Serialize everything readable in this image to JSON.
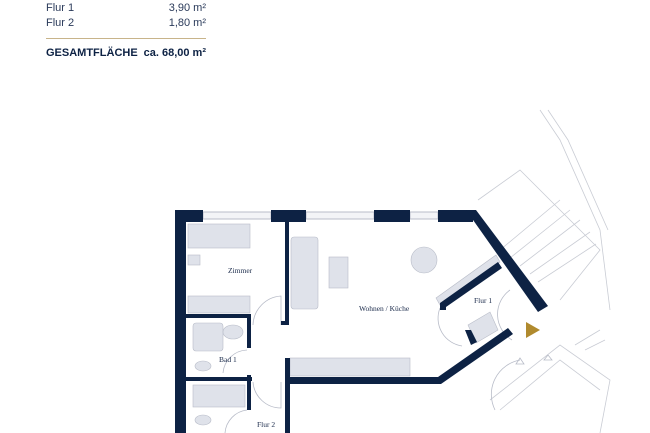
{
  "areas": [
    {
      "name": "Flur 1",
      "value": "3,90 m²"
    },
    {
      "name": "Flur 2",
      "value": "1,80 m²"
    }
  ],
  "total": {
    "label": "GESAMTFLÄCHE",
    "value": "ca. 68,00 m²"
  },
  "plan": {
    "rooms": {
      "zimmer": "Zimmer",
      "wohnen": "Wohnen / Küche",
      "flur1": "Flur 1",
      "bad1": "Bad 1",
      "flur2": "Flur 2"
    },
    "colors": {
      "wall": "#0d2244",
      "furniture": "#dfe2ea",
      "entrance_marker": "#b08a2e"
    },
    "icons": [
      "entrance-arrow-icon"
    ]
  }
}
